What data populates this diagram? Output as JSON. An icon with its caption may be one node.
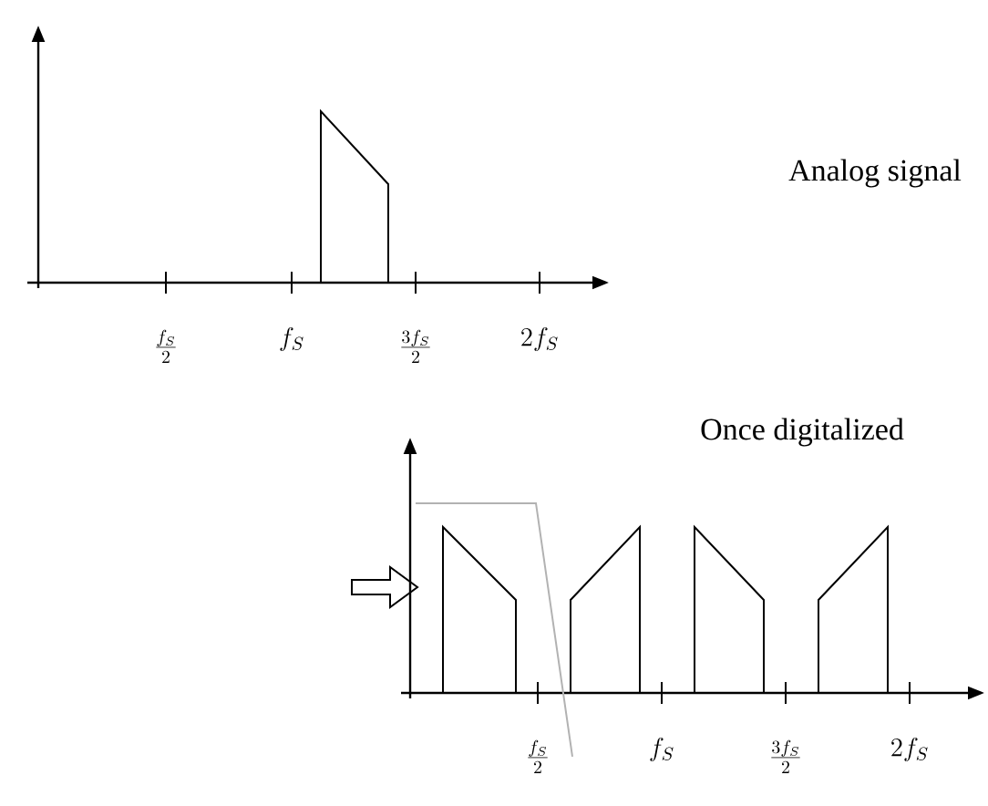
{
  "diagram": {
    "labels": [
      "Analog signal",
      "\\frac{f_S}{2}",
      "f_S",
      "\\frac{3f_S}{2}",
      "2f_S",
      "Once digitalized",
      "\\frac{f_S}{2}",
      "f_S",
      "\\frac{3f_S}{2}",
      "2f_S"
    ]
  }
}
